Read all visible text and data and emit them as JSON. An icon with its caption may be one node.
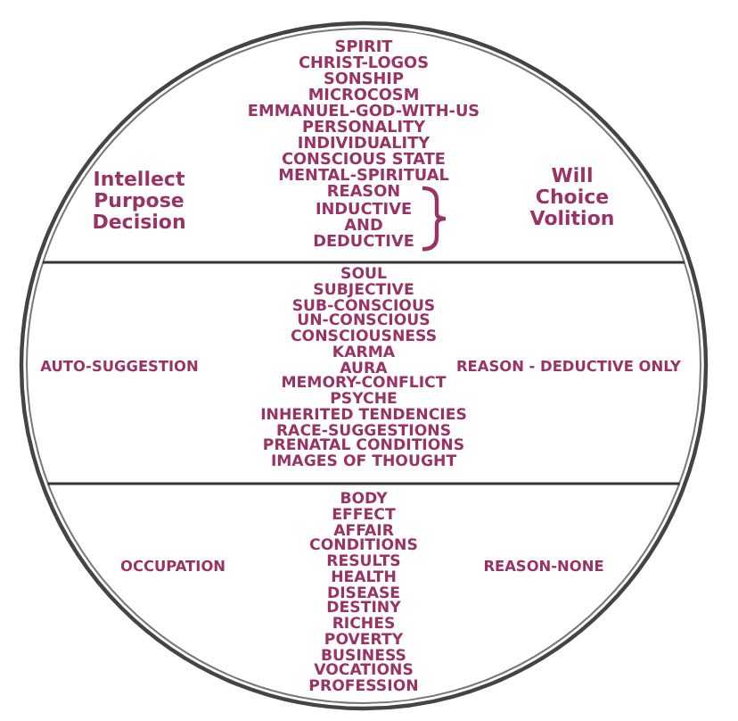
{
  "diagram": {
    "nodes": [
      {
        "text": [],
        "shape": "circle"
      },
      {
        "text": [
          "Intellect Purpose Decision",
          "SPIRIT",
          "CHRIST-LOGOS",
          "SONSHIP",
          "MICROCOSM",
          "EMMANUEL-GOD-WITH-US",
          "PERSONALITY",
          "INDIVIDUALITY",
          "CONSCIOUS STATE",
          "MENTAL-SPIRITUAL",
          "REASON",
          "INDUCTIVE",
          "AND",
          "DEDUCTIVE",
          "Will Choice Volition"
        ],
        "in": 0
      },
      {
        "text": [
          "AUTO-SUGGESTION",
          "SOUL",
          "SUBJECTIVE",
          "SUB-CONSCIOUS",
          "UN-CONSCIOUS",
          "CONSCIOUSNESS",
          "KARMA",
          "AURA",
          "MEMORY-CONFLICT",
          "PSYCHE",
          "INHERITED TENDENCIES",
          "RACE-SUGGESTIONS",
          "PRENATAL CONDITIONS",
          "IMAGES OF THOUGHT",
          "REASON - DEDUCTIVE ONLY"
        ],
        "in": 0
      },
      {
        "text": [
          "OCCUPATION",
          "BODY",
          "EFFECT",
          "AFFAIR",
          "CONDITIONS",
          "RESULTS",
          "HEALTH",
          "DISEASE",
          "DESTINY",
          "RICHES",
          "POVERTY",
          "BUSINESS",
          "VOCATIONS",
          "PROFESSION",
          "REASON-NONE"
        ],
        "in": 0
      }
    ]
  }
}
